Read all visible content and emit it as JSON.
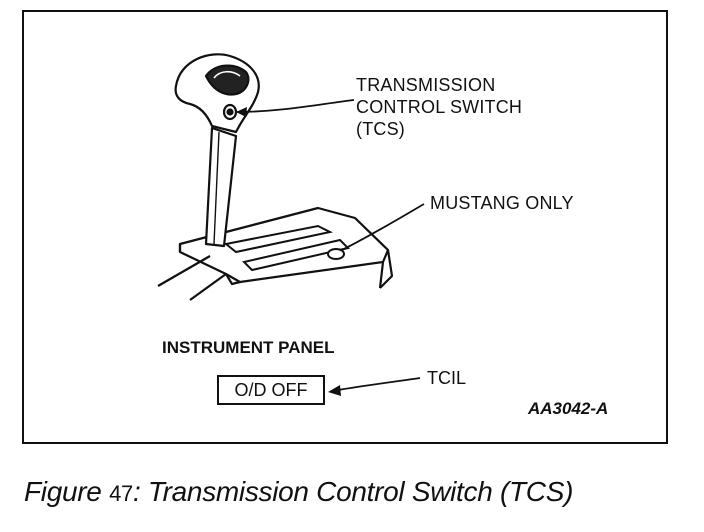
{
  "figure": {
    "callouts": {
      "tcs_lines": [
        "TRANSMISSION",
        "CONTROL SWITCH",
        "(TCS)"
      ],
      "mustang": "MUSTANG ONLY",
      "tcil": "TCIL"
    },
    "panel": {
      "heading": "INSTRUMENT PANEL",
      "button_label": "O/D OFF"
    },
    "reference_code": "AA3042-A"
  },
  "caption": {
    "prefix": "Figure",
    "number": "47",
    "text": ": Transmission Control Switch (TCS)"
  }
}
